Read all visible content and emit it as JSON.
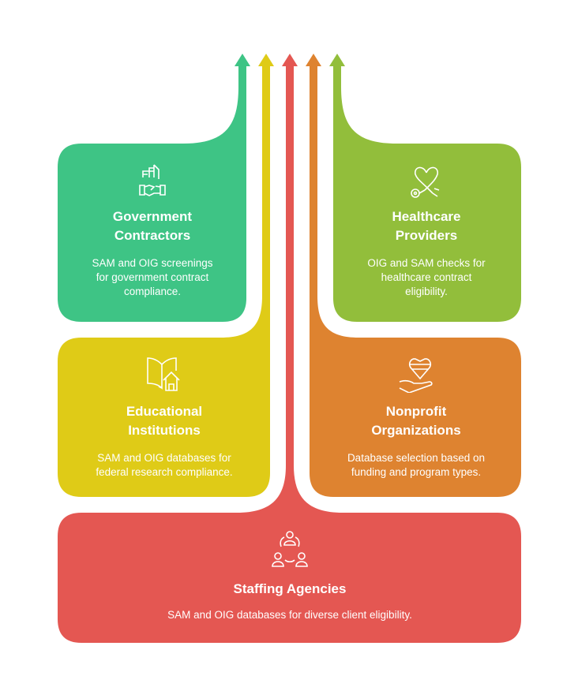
{
  "colors": {
    "government": "#3EC485",
    "educational": "#DFCB17",
    "staffing": "#E45752",
    "nonprofit": "#DE8330",
    "healthcare": "#92BE3B"
  },
  "cards": {
    "government": {
      "icon": "handshake-building-icon",
      "title_line1": "Government",
      "title_line2": "Contractors",
      "desc_line1": "SAM and OIG screenings",
      "desc_line2": "for government contract",
      "desc_line3": "compliance."
    },
    "healthcare": {
      "icon": "stethoscope-heart-icon",
      "title_line1": "Healthcare",
      "title_line2": "Providers",
      "desc_line1": "OIG and SAM checks for",
      "desc_line2": "healthcare contract",
      "desc_line3": "eligibility."
    },
    "educational": {
      "icon": "book-house-icon",
      "title_line1": "Educational",
      "title_line2": "Institutions",
      "desc_line1": "SAM and OIG databases for",
      "desc_line2": "federal research compliance."
    },
    "nonprofit": {
      "icon": "hand-heart-icon",
      "title_line1": "Nonprofit",
      "title_line2": "Organizations",
      "desc_line1": "Database selection based on",
      "desc_line2": "funding and program types."
    },
    "staffing": {
      "icon": "people-network-icon",
      "title": "Staffing Agencies",
      "desc": "SAM and OIG databases for diverse client eligibility."
    }
  }
}
